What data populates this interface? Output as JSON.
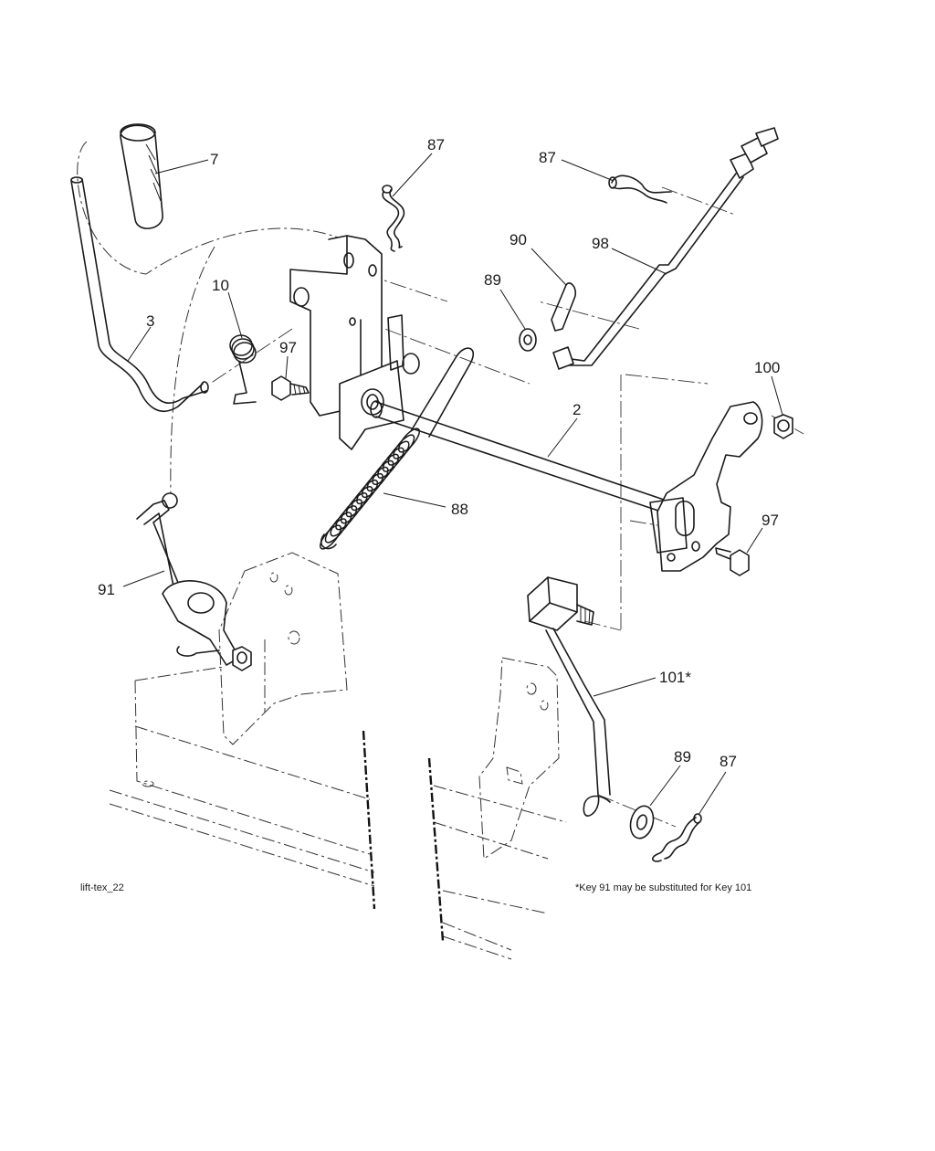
{
  "figure_id": "lift-tex_22",
  "footnote": "*Key 91 may be substituted for Key 101",
  "callouts": {
    "c7": "7",
    "c87a": "87",
    "c87b": "87",
    "c87c": "87",
    "c90": "90",
    "c98": "98",
    "c89a": "89",
    "c89b": "89",
    "c10": "10",
    "c3": "3",
    "c97a": "97",
    "c97b": "97",
    "c100": "100",
    "c2": "2",
    "c88": "88",
    "c91": "91",
    "c101": "101*"
  }
}
